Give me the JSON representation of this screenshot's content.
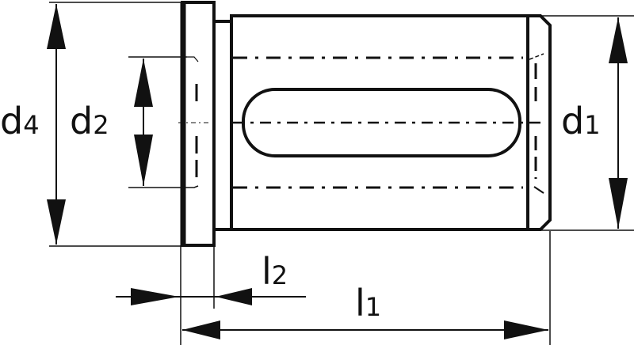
{
  "drawing": {
    "title": "Reduction sleeve dimension drawing",
    "line_color": "#111111",
    "background": "#ffffff"
  },
  "labels": {
    "d4": {
      "main": "d",
      "sub": "4"
    },
    "d2": {
      "main": "d",
      "sub": "2"
    },
    "d1": {
      "main": "d",
      "sub": "1"
    },
    "l2": {
      "main": "l",
      "sub": "2"
    },
    "l1": {
      "main": "l",
      "sub": "1"
    }
  }
}
